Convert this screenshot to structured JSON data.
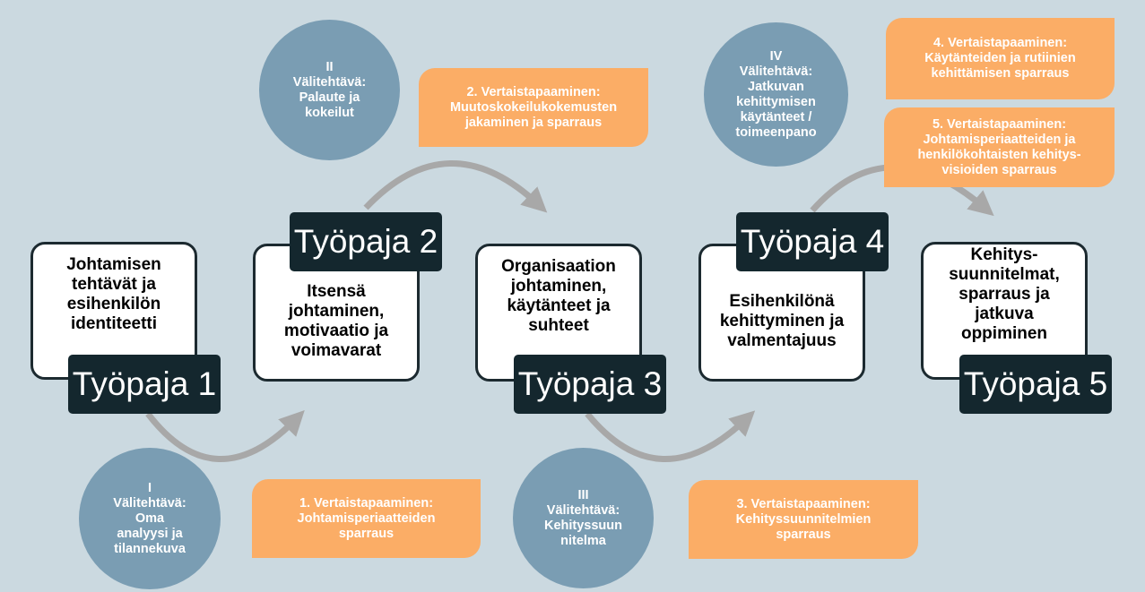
{
  "workshops": [
    {
      "label": "Työpaja 1",
      "topic": "Johtamisen tehtävät ja esihenkilön identiteetti"
    },
    {
      "label": "Työpaja 2",
      "topic": "Itsensä johtaminen, motivaatio ja voimavarat"
    },
    {
      "label": "Työpaja 3",
      "topic": "Organisaation johtaminen, käytänteet ja suhteet"
    },
    {
      "label": "Työpaja 4",
      "topic": "Esihenkilönä kehittyminen ja valmentajuus"
    },
    {
      "label": "Työpaja 5",
      "topic": "Kehitys-suunnitelmat, sparraus ja jatkuva oppiminen"
    }
  ],
  "assignments": [
    {
      "text": "I\nVälitehtävä:\nOma\nanalyysi ja\ntilannekuva"
    },
    {
      "text": "II\nVälitehtävä:\nPalaute ja\nkokeilut"
    },
    {
      "text": "III\nVälitehtävä:\nKehityssuun\nnitelma"
    },
    {
      "text": "IV\nVälitehtävä:\nJatkuvan\nkehittymisen\nkäytänteet /\ntoimeenpano"
    }
  ],
  "peer_meetings": [
    {
      "text": "1. Vertaistapaaminen:\nJohtamisperiaatteiden\nsparraus"
    },
    {
      "text": "2. Vertaistapaaminen:\nMuutoskokeilukokemusten\njakaminen ja sparraus"
    },
    {
      "text": "3. Vertaistapaaminen:\nKehityssuunnitelmien\nsparraus"
    },
    {
      "text": "4. Vertaistapaaminen:\nKäytänteiden ja rutiinien\nkehittämisen sparraus"
    },
    {
      "text": "5. Vertaistapaaminen:\nJohtamisperiaatteiden ja\nhenkilökohtaisten kehitys-\nvisioiden sparraus"
    }
  ],
  "colors": {
    "background": "#cbd9e0",
    "label": "#14272e",
    "circle": "#7a9db3",
    "peer": "#fbad66",
    "arrow": "#a8a8a8"
  }
}
